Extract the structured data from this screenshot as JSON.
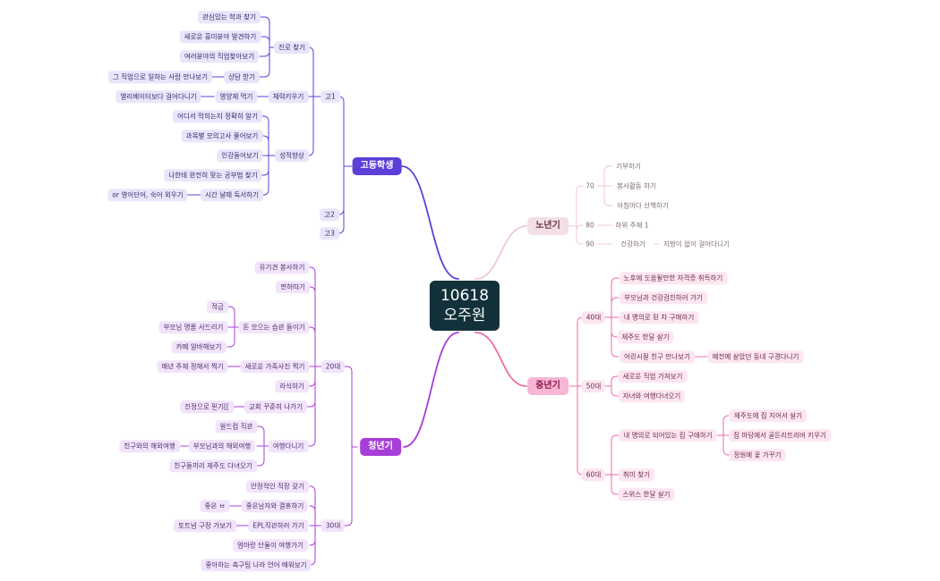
{
  "root": {
    "line1": "10618",
    "line2": "오주원"
  },
  "colors": {
    "high_school": "#5c3fd8",
    "youth": "#a83ed8",
    "middle_age": "#f06aa8",
    "old_age": "#f0c8d6",
    "root_bg": "#12313a"
  },
  "high_school": {
    "label": "고등학생",
    "go1": "고1",
    "go2": "고2",
    "go3": "고3",
    "career": "진로 찾기",
    "career_1": "관심있는 학과 찾기",
    "career_2": "새로운 흥미분야 발견하기",
    "career_3": "여러분야의 직업찾아보기",
    "consult": "상담 받기",
    "consult_1": "그 직업으로 일하는 사람 만나보기",
    "health": "체력키우기",
    "nutrient": "영양제 먹기",
    "nutrient_1": "엘리베이터보다 걸어다니기",
    "grade": "성적향상",
    "grade_1": "어디서 막히는지 정확히 알기",
    "grade_2": "과목별 모의고사 풀어보기",
    "grade_3": "인강들어보기",
    "grade_4": "나한테 완전히 맞는 공부법 찾기",
    "spare": "시간 날때 독서하기",
    "spare_1": "or 영어단어, 숙어 외우기"
  },
  "youth": {
    "label": "청년기",
    "twenties": "20대",
    "thirties": "30대",
    "t1": "유기견 봉사하기",
    "t2": "면허따기",
    "t3": "돈 모으는 습관 들이기",
    "t3_1": "적금",
    "t3_2": "부모님 명품 사드리기",
    "t3_3": "카페 알바해보기",
    "t4": "새로운 가족사진 찍기",
    "t4_1": "매년 주제 정해서 찍기",
    "t5": "라식하기",
    "t6": "교회 꾸준히 나가기",
    "t6_1": "진정으로 믿기[[",
    "t7": "여행다니기",
    "t7_1": "월드컵 직관",
    "t7_2": "부모님과의 해외여행",
    "t7_2_1": "친구와의 해외여행",
    "t7_3": "친구들끼리 제주도 다녀오기",
    "s1": "안정적인 직장 갖기",
    "s2": "좋은남자와 결혼하기",
    "s2_1": "좋은 ㅂ",
    "s3": "EPL직관하러 가기",
    "s3_1": "토트넘 구장 가보기",
    "s4": "엄마랑 단둘이 여행가기",
    "s5": "좋아하는 축구팀 나라 언어 배워보기"
  },
  "middle_age": {
    "label": "중년기",
    "forties": "40대",
    "fifties": "50대",
    "sixties": "60대",
    "f1": "노후에 도움될만한 자격증 취득하기",
    "f2": "부모님과 건강검진하러 가기",
    "f3": "내 명의로 된 차 구매하기",
    "f4": "제주도 한달 살기",
    "f5": "어린시절 친구 만나보기",
    "f5_1": "예전에 살았던 동네 구경다니기",
    "fi1": "새로운 직업 가져보기",
    "fi2": "자녀와 여행다녀오기",
    "x1": "내 명의로 되어있는 집 구매하기",
    "x1_1": "제주도에 집 지어서 살기",
    "x1_2": "집 마당에서 골든리트리버 키우기",
    "x1_3": "정원에 꽃 가꾸기",
    "x2": "취미 찾기",
    "x3": "스위스 한달 살기"
  },
  "old_age": {
    "label": "노년기",
    "seventy": "70",
    "eighty": "80",
    "ninety": "90",
    "a1": "기부하기",
    "a2": "봉사활동 하기",
    "a3": "아침마다 산책하기",
    "b1": "하위 주제 1",
    "c1": "건강하기",
    "c1_1": "지팡이 없이 걸어다니기"
  }
}
